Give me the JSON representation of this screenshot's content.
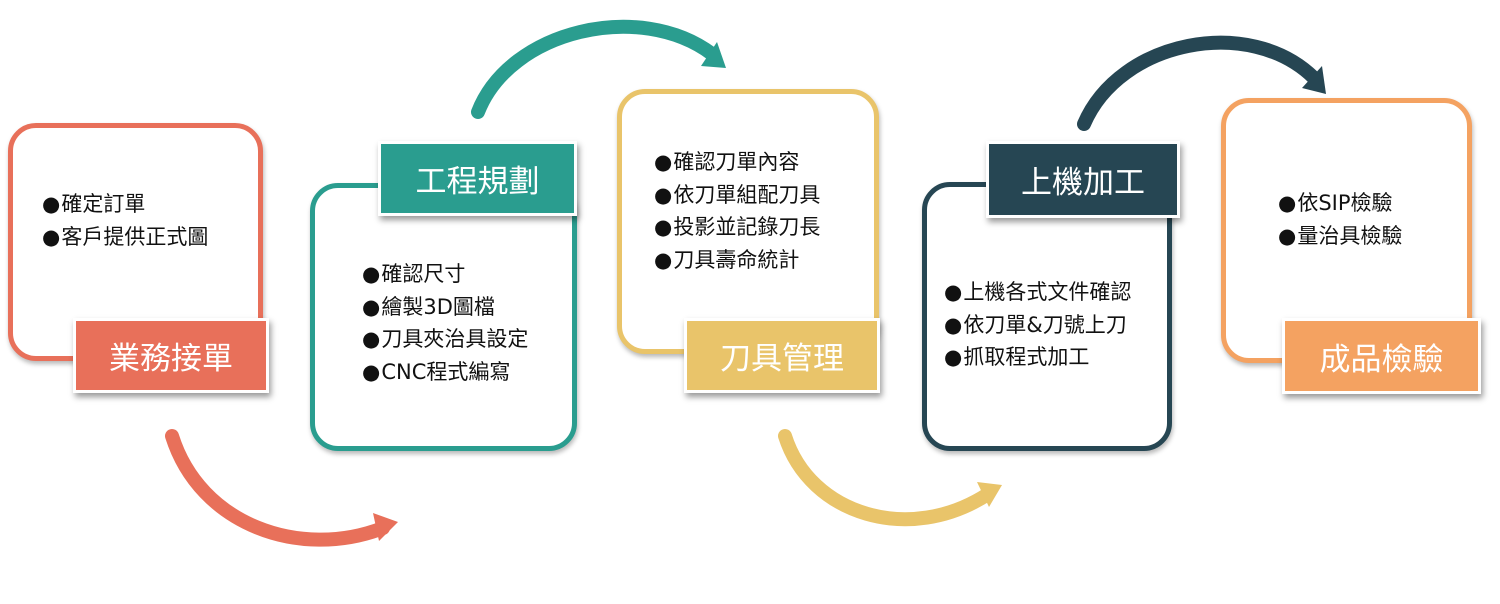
{
  "colors": {
    "order": "#E8705A",
    "engineering": "#2A9D8F",
    "tooling": "#E9C46A",
    "machining": "#264653",
    "inspection": "#F4A261"
  },
  "steps": [
    {
      "label": "業務接單",
      "items": [
        "確定訂單",
        "客戶提供正式圖"
      ]
    },
    {
      "label": "工程規劃",
      "items": [
        "確認尺寸",
        "繪製3D圖檔",
        "刀具夾治具設定",
        "CNC程式編寫"
      ]
    },
    {
      "label": "刀具管理",
      "items": [
        "確認刀單內容",
        "依刀單組配刀具",
        "投影並記錄刀長",
        "刀具壽命統計"
      ]
    },
    {
      "label": "上機加工",
      "items": [
        "上機各式文件確認",
        "依刀單&刀號上刀",
        "抓取程式加工"
      ]
    },
    {
      "label": "成品檢驗",
      "items": [
        "依SIP檢驗",
        "量治具檢驗"
      ]
    }
  ]
}
